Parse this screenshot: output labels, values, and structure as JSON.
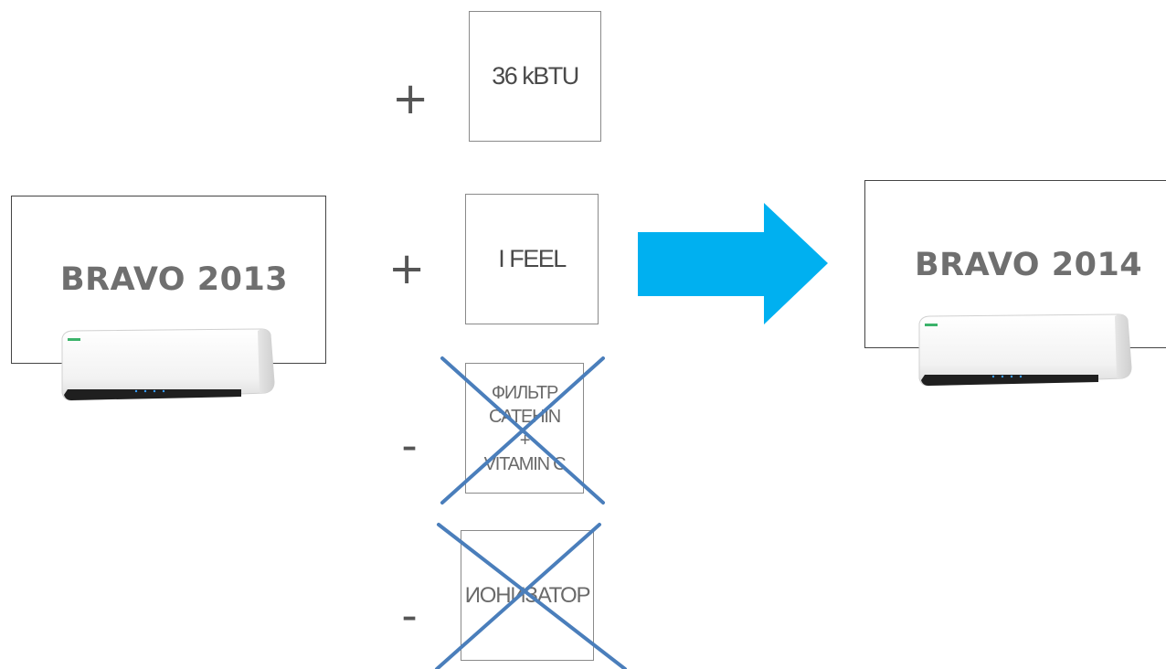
{
  "left_model": {
    "title": "BRAVO 2013"
  },
  "right_model": {
    "title": "BRAVO 2014"
  },
  "features": [
    {
      "sign": "+",
      "label": "36 kBTU",
      "crossed": false
    },
    {
      "sign": "+",
      "label": "I FEEL",
      "crossed": false
    },
    {
      "sign": "-",
      "label": "ФИЛЬТР\nCATEHIN\n+\nVITAMIN C",
      "crossed": true
    },
    {
      "sign": "-",
      "label": "ИОНИЗАТОР",
      "crossed": true
    }
  ],
  "colors": {
    "arrow": "#00b0f0",
    "cross": "#4a7ebb",
    "title": "#6f6f6f"
  }
}
